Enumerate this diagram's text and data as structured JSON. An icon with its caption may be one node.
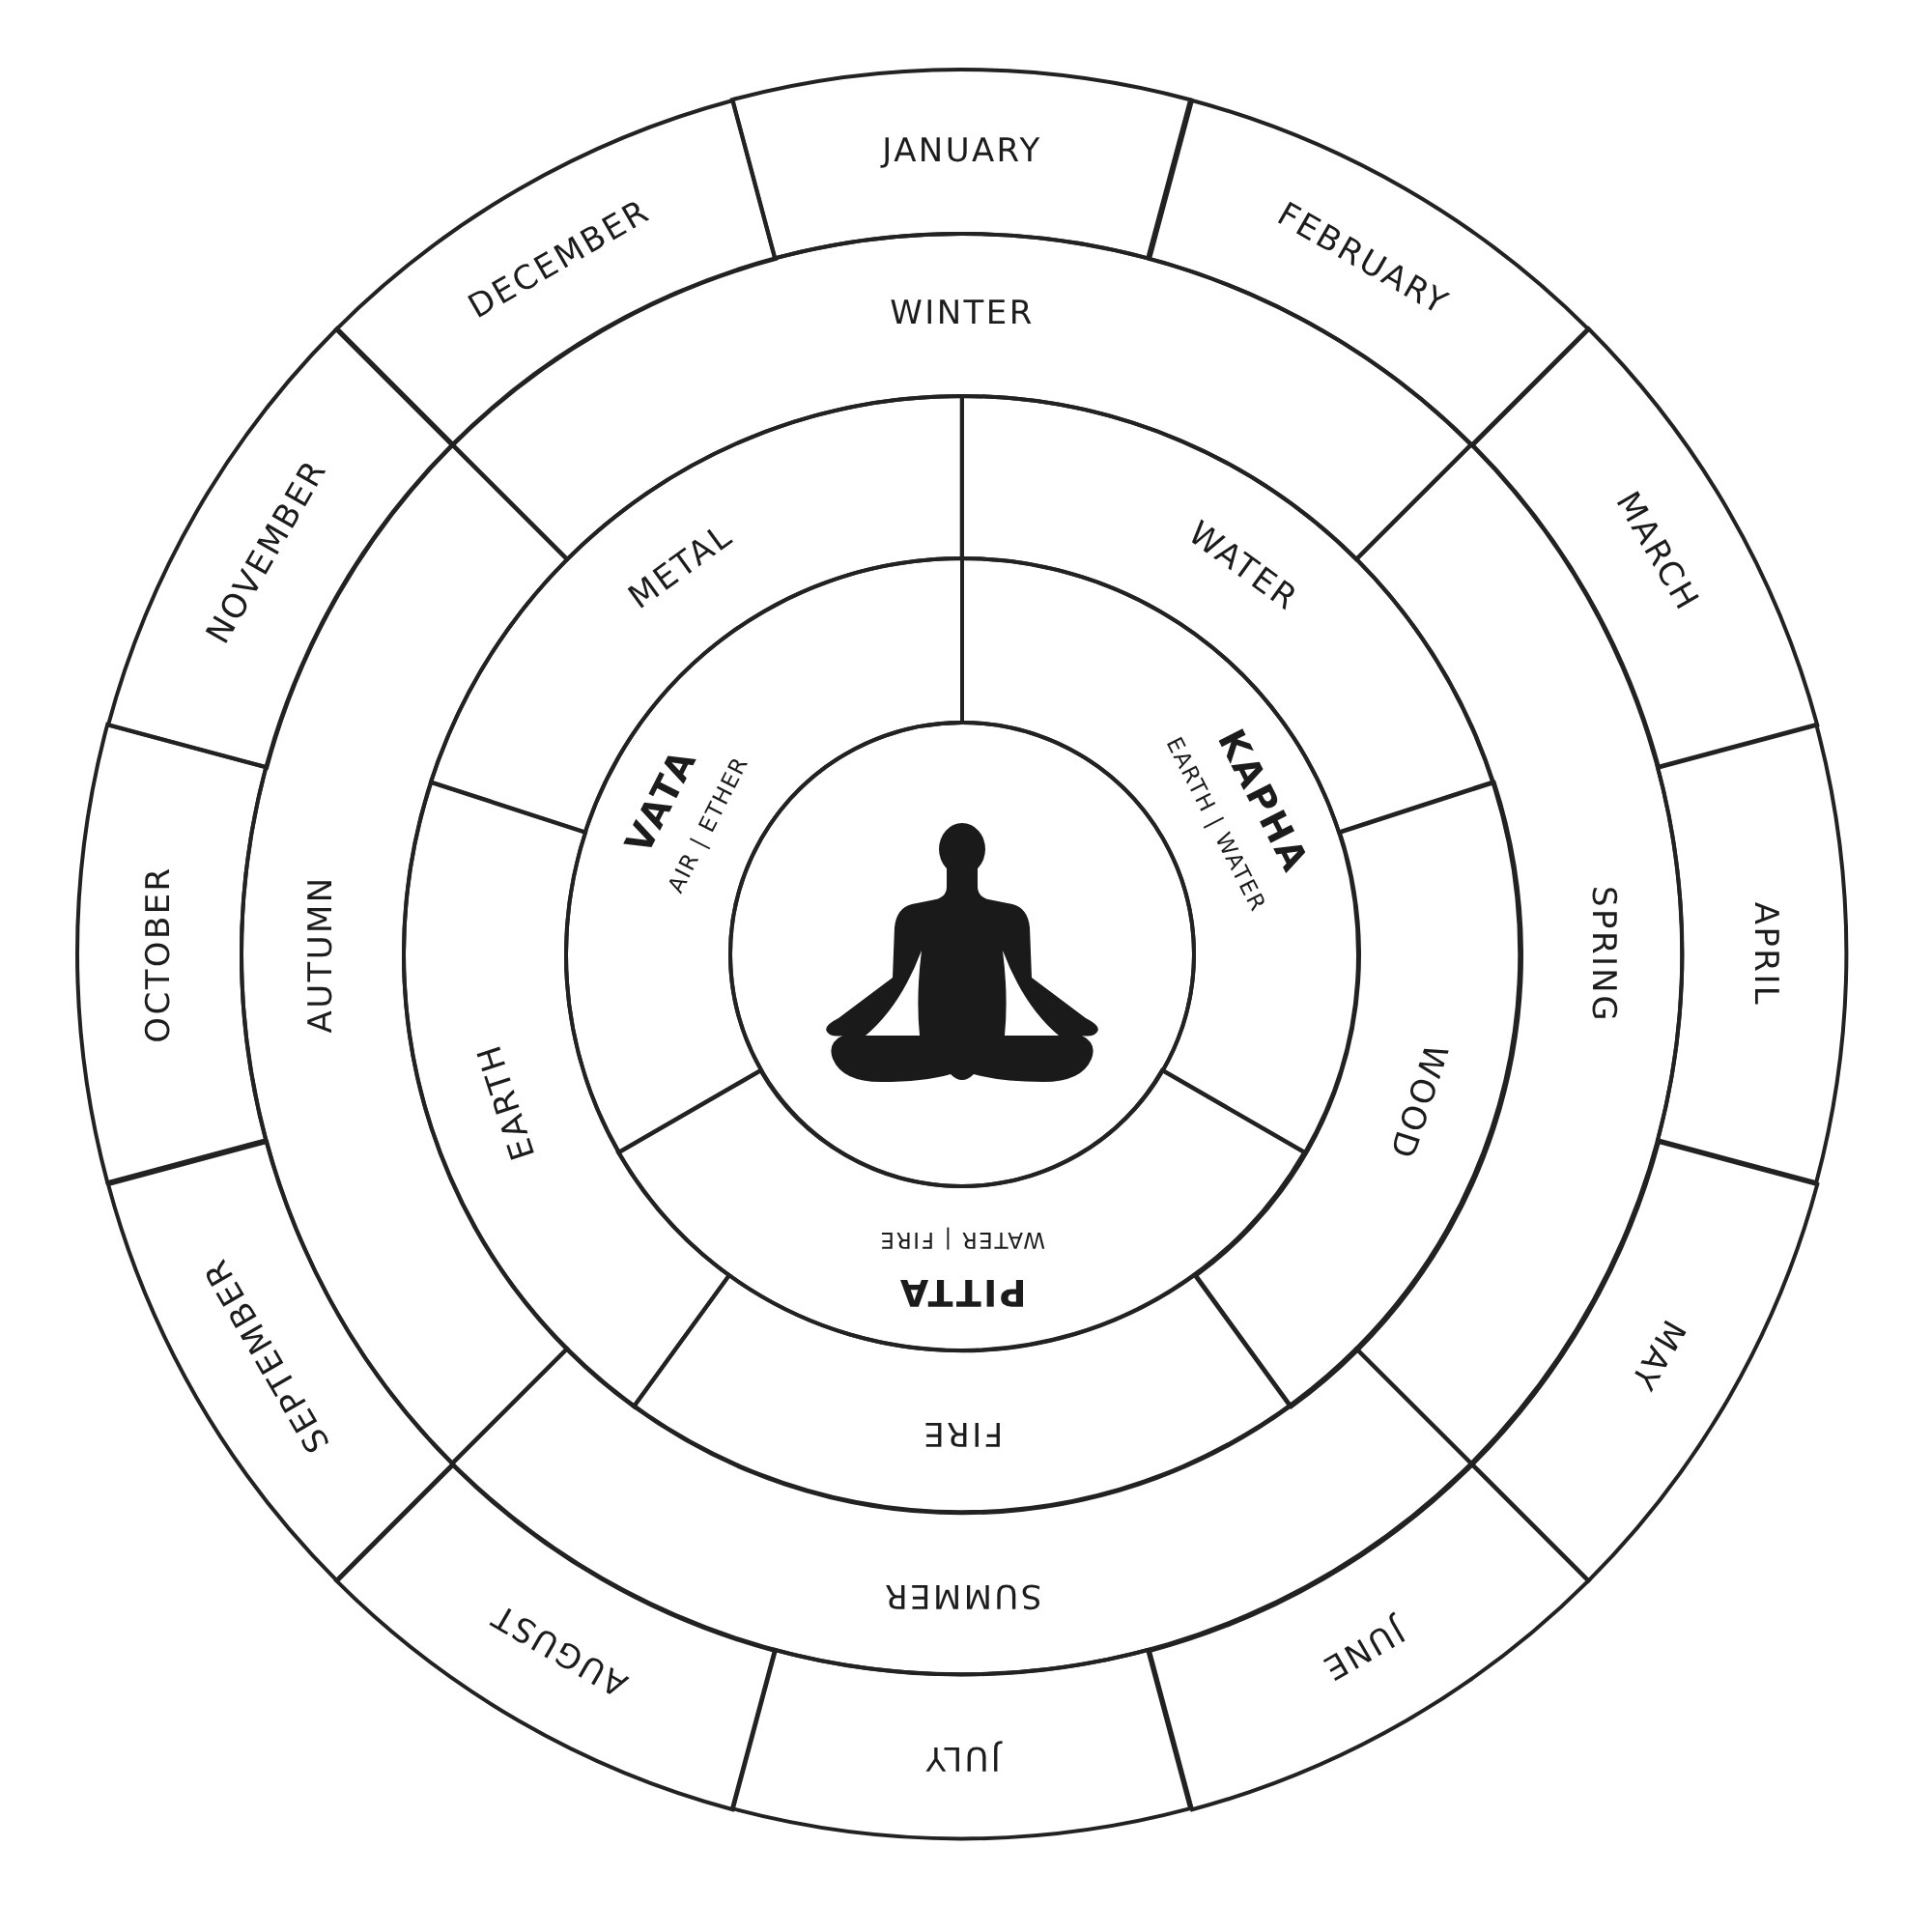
{
  "diagram": {
    "nodes": [
      {
        "text": [
          "JANUARY"
        ]
      },
      {
        "text": [
          "FEBRUARY"
        ]
      },
      {
        "text": [
          "MARCH"
        ]
      },
      {
        "text": [
          "APRIL"
        ]
      },
      {
        "text": [
          "MAY"
        ]
      },
      {
        "text": [
          "JUNE"
        ]
      },
      {
        "text": [
          "JULY"
        ]
      },
      {
        "text": [
          "AUGUST"
        ]
      },
      {
        "text": [
          "SEPTEMBER"
        ]
      },
      {
        "text": [
          "OCTOBER"
        ]
      },
      {
        "text": [
          "NOVEMBER"
        ]
      },
      {
        "text": [
          "DECEMBER"
        ]
      },
      {
        "text": [
          "WINTER"
        ]
      },
      {
        "text": [
          "SPRING"
        ]
      },
      {
        "text": [
          "SUMMER"
        ]
      },
      {
        "text": [
          "AUTUMN"
        ]
      },
      {
        "text": [
          "METAL"
        ]
      },
      {
        "text": [
          "WATER"
        ]
      },
      {
        "text": [
          "WOOD"
        ]
      },
      {
        "text": [
          "FIRE"
        ]
      },
      {
        "text": [
          "EARTH"
        ]
      },
      {
        "text": [
          "VATA",
          "AIR | ETHER"
        ]
      },
      {
        "text": [
          "KAPHA",
          "EARTH | WATER"
        ]
      },
      {
        "text": [
          "PITTA",
          "WATER | FIRE"
        ]
      },
      {
        "text": [],
        "shape": "person"
      }
    ]
  }
}
